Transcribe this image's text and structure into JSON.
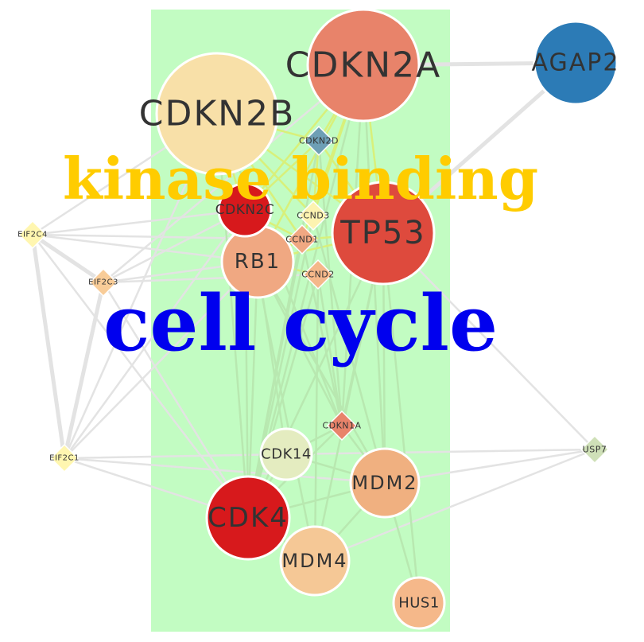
{
  "overlay_labels": {
    "kinase_binding": "kinase binding",
    "cell_cycle": "cell cycle"
  },
  "colors": {
    "group_box": "#c2fcc2",
    "kinase_binding_text": "#ffcc00",
    "cell_cycle_text": "#0000ee",
    "edge_gray": "#e3e3e3",
    "edge_green": "#b8e8b0",
    "edge_yellowgreen": "#d8f07a"
  },
  "nodes": [
    {
      "id": "CDKN2A",
      "label": "CDKN2A",
      "shape": "circle",
      "color": "#e8836a"
    },
    {
      "id": "CDKN2B",
      "label": "CDKN2B",
      "shape": "circle",
      "color": "#f8e0a8"
    },
    {
      "id": "AGAP2",
      "label": "AGAP2",
      "shape": "circle",
      "color": "#2c7bb6"
    },
    {
      "id": "CDKN2D",
      "label": "CDKN2D",
      "shape": "diamond",
      "color": "#6e9fb5"
    },
    {
      "id": "CDKN2C",
      "label": "CDKN2C",
      "shape": "circle",
      "color": "#d7191c"
    },
    {
      "id": "CCND3",
      "label": "CCND3",
      "shape": "diamond",
      "color": "#fdf3b0"
    },
    {
      "id": "TP53",
      "label": "TP53",
      "shape": "circle",
      "color": "#de4a3d"
    },
    {
      "id": "CCND1",
      "label": "CCND1",
      "shape": "diamond",
      "color": "#f0a882"
    },
    {
      "id": "RB1",
      "label": "RB1",
      "shape": "circle",
      "color": "#f0a882"
    },
    {
      "id": "CCND2",
      "label": "CCND2",
      "shape": "diamond",
      "color": "#f5b88a"
    },
    {
      "id": "EIF2C4",
      "label": "EIF2C4",
      "shape": "diamond",
      "color": "#fff6b0"
    },
    {
      "id": "EIF2C3",
      "label": "EIF2C3",
      "shape": "diamond",
      "color": "#f8cc98"
    },
    {
      "id": "EIF2C1",
      "label": "EIF2C1",
      "shape": "diamond",
      "color": "#fff6b0"
    },
    {
      "id": "CDKN1A",
      "label": "CDKN1A",
      "shape": "diamond",
      "color": "#e8836a"
    },
    {
      "id": "CDK14",
      "label": "CDK14",
      "shape": "circle",
      "color": "#e4ecc0"
    },
    {
      "id": "USP7",
      "label": "USP7",
      "shape": "diamond",
      "color": "#cfe0b8"
    },
    {
      "id": "MDM2",
      "label": "MDM2",
      "shape": "circle",
      "color": "#f0b080"
    },
    {
      "id": "CDK4",
      "label": "CDK4",
      "shape": "circle",
      "color": "#d7191c"
    },
    {
      "id": "MDM4",
      "label": "MDM4",
      "shape": "circle",
      "color": "#f5c896"
    },
    {
      "id": "HUS1",
      "label": "HUS1",
      "shape": "circle",
      "color": "#f5b88a"
    }
  ],
  "edges": [
    [
      "EIF2C4",
      "EIF2C3"
    ],
    [
      "EIF2C4",
      "EIF2C1"
    ],
    [
      "EIF2C3",
      "EIF2C1"
    ],
    [
      "EIF2C4",
      "CDKN2B"
    ],
    [
      "EIF2C4",
      "CDKN2C"
    ],
    [
      "EIF2C4",
      "RB1"
    ],
    [
      "EIF2C4",
      "CDK4"
    ],
    [
      "EIF2C4",
      "CCND1"
    ],
    [
      "EIF2C3",
      "CDKN2A"
    ],
    [
      "EIF2C3",
      "CDKN2C"
    ],
    [
      "EIF2C3",
      "RB1"
    ],
    [
      "EIF2C3",
      "CCND2"
    ],
    [
      "EIF2C3",
      "CDK4"
    ],
    [
      "EIF2C1",
      "CDKN2B"
    ],
    [
      "EIF2C1",
      "RB1"
    ],
    [
      "EIF2C1",
      "CDK4"
    ],
    [
      "EIF2C1",
      "MDM2"
    ],
    [
      "EIF2C1",
      "CDK14"
    ],
    [
      "EIF2C1",
      "CDKN2C"
    ],
    [
      "AGAP2",
      "TP53"
    ],
    [
      "AGAP2",
      "CDKN2A"
    ],
    [
      "USP7",
      "MDM2"
    ],
    [
      "USP7",
      "TP53"
    ],
    [
      "USP7",
      "MDM4"
    ],
    [
      "USP7",
      "CDK14"
    ],
    [
      "CDKN2A",
      "TP53"
    ],
    [
      "CDKN2A",
      "CDKN2D"
    ],
    [
      "CDKN2A",
      "CCND3"
    ],
    [
      "CDKN2A",
      "CCND1"
    ],
    [
      "CDKN2A",
      "RB1"
    ],
    [
      "CDKN2A",
      "CDKN2C"
    ],
    [
      "CDKN2A",
      "CDK4"
    ],
    [
      "CDKN2A",
      "MDM2"
    ],
    [
      "CDKN2A",
      "CDKN1A"
    ],
    [
      "CDKN2B",
      "CDKN2D"
    ],
    [
      "CDKN2B",
      "CCND3"
    ],
    [
      "CDKN2B",
      "CCND1"
    ],
    [
      "CDKN2B",
      "CDK4"
    ],
    [
      "CDKN2B",
      "TP53"
    ],
    [
      "CDKN2B",
      "RB1"
    ],
    [
      "CDKN2B",
      "CDKN1A"
    ],
    [
      "CDKN2D",
      "CCND3"
    ],
    [
      "CDKN2D",
      "CDK4"
    ],
    [
      "CDKN2D",
      "TP53"
    ],
    [
      "CDKN2D",
      "CDKN2C"
    ],
    [
      "CDKN2D",
      "CDKN1A"
    ],
    [
      "TP53",
      "MDM2"
    ],
    [
      "TP53",
      "MDM4"
    ],
    [
      "TP53",
      "CDKN1A"
    ],
    [
      "TP53",
      "RB1"
    ],
    [
      "TP53",
      "CDK4"
    ],
    [
      "TP53",
      "HUS1"
    ],
    [
      "TP53",
      "CCND1"
    ],
    [
      "RB1",
      "CDK4"
    ],
    [
      "RB1",
      "CCND1"
    ],
    [
      "RB1",
      "CCND2"
    ],
    [
      "RB1",
      "CDKN1A"
    ],
    [
      "RB1",
      "MDM2"
    ],
    [
      "RB1",
      "CDK14"
    ],
    [
      "CCND1",
      "CDK4"
    ],
    [
      "CCND2",
      "CDK4"
    ],
    [
      "CCND3",
      "CDK4"
    ],
    [
      "CCND1",
      "CDKN1A"
    ],
    [
      "CCND2",
      "CDKN1A"
    ],
    [
      "CDKN1A",
      "CDK4"
    ],
    [
      "CDKN1A",
      "MDM2"
    ],
    [
      "CDKN1A",
      "CDK14"
    ],
    [
      "CDK14",
      "CDK4"
    ],
    [
      "CDK14",
      "MDM2"
    ],
    [
      "MDM2",
      "MDM4"
    ],
    [
      "MDM2",
      "CDK4"
    ],
    [
      "MDM4",
      "CDK4"
    ],
    [
      "HUS1",
      "MDM2"
    ],
    [
      "CDKN2C",
      "CDK4"
    ],
    [
      "CDKN2C",
      "CCND1"
    ],
    [
      "CDKN2C",
      "MDM4"
    ],
    [
      "CCND3",
      "MDM2"
    ],
    [
      "CCND2",
      "MDM4"
    ]
  ]
}
